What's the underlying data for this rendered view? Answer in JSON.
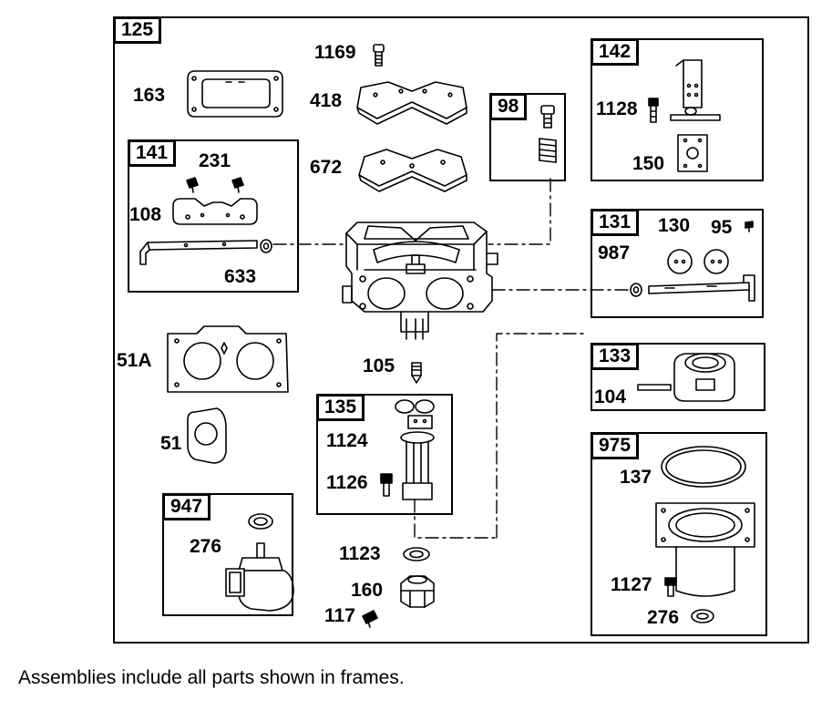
{
  "frames": [
    {
      "id": "125",
      "label": "125"
    },
    {
      "id": "141",
      "label": "141"
    },
    {
      "id": "98",
      "label": "98"
    },
    {
      "id": "142",
      "label": "142"
    },
    {
      "id": "131",
      "label": "131"
    },
    {
      "id": "133",
      "label": "133"
    },
    {
      "id": "135",
      "label": "135"
    },
    {
      "id": "975",
      "label": "975"
    },
    {
      "id": "947",
      "label": "947"
    }
  ],
  "parts": {
    "p1169": "1169",
    "p163": "163",
    "p418": "418",
    "p672": "672",
    "p231": "231",
    "p108": "108",
    "p633": "633",
    "p1128": "1128",
    "p150": "150",
    "p130": "130",
    "p95": "95",
    "p987": "987",
    "p104": "104",
    "p51A": "51A",
    "p51": "51",
    "p105": "105",
    "p1124": "1124",
    "p1126": "1126",
    "p137": "137",
    "p276a": "276",
    "p1123": "1123",
    "p160": "160",
    "p117": "117",
    "p1127": "1127",
    "p276b": "276"
  },
  "note": "Assemblies include all parts shown in frames."
}
